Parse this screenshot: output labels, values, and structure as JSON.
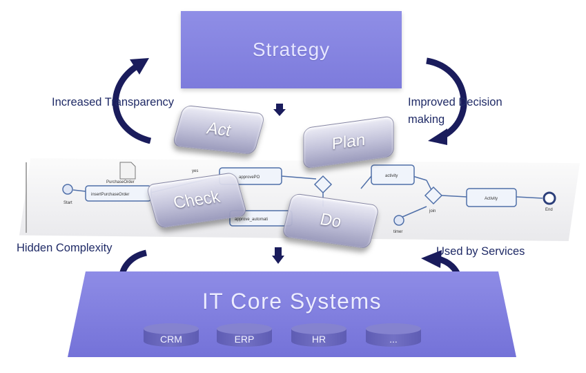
{
  "strategy": {
    "label": "Strategy"
  },
  "it_core": {
    "title": "IT Core Systems",
    "systems": [
      "CRM",
      "ERP",
      "HR",
      "..."
    ]
  },
  "side_labels": {
    "increased_transparency": "Increased Transparency",
    "improved_decision_line1": "Improved Decision",
    "improved_decision_line2": "making",
    "hidden_complexity": "Hidden Complexity",
    "used_by_services": "Used by Services"
  },
  "pdca": {
    "act": "Act",
    "plan": "Plan",
    "check": "Check",
    "do": "Do"
  },
  "process": {
    "start": "Start",
    "purchase_order": "PurchaseOrder",
    "insert_purchase_order": "insertPurchaseOrder",
    "approve_po": "approvePO",
    "approve_automatic": "approve_automati",
    "yes": "yes",
    "activity1": "activity",
    "activity2": "Activity",
    "join": "join",
    "timer": "timer",
    "end": "End"
  },
  "colors": {
    "box_fill": "#7f7ddd",
    "arrow": "#1a1c5c",
    "label_text": "#1f2a66"
  }
}
